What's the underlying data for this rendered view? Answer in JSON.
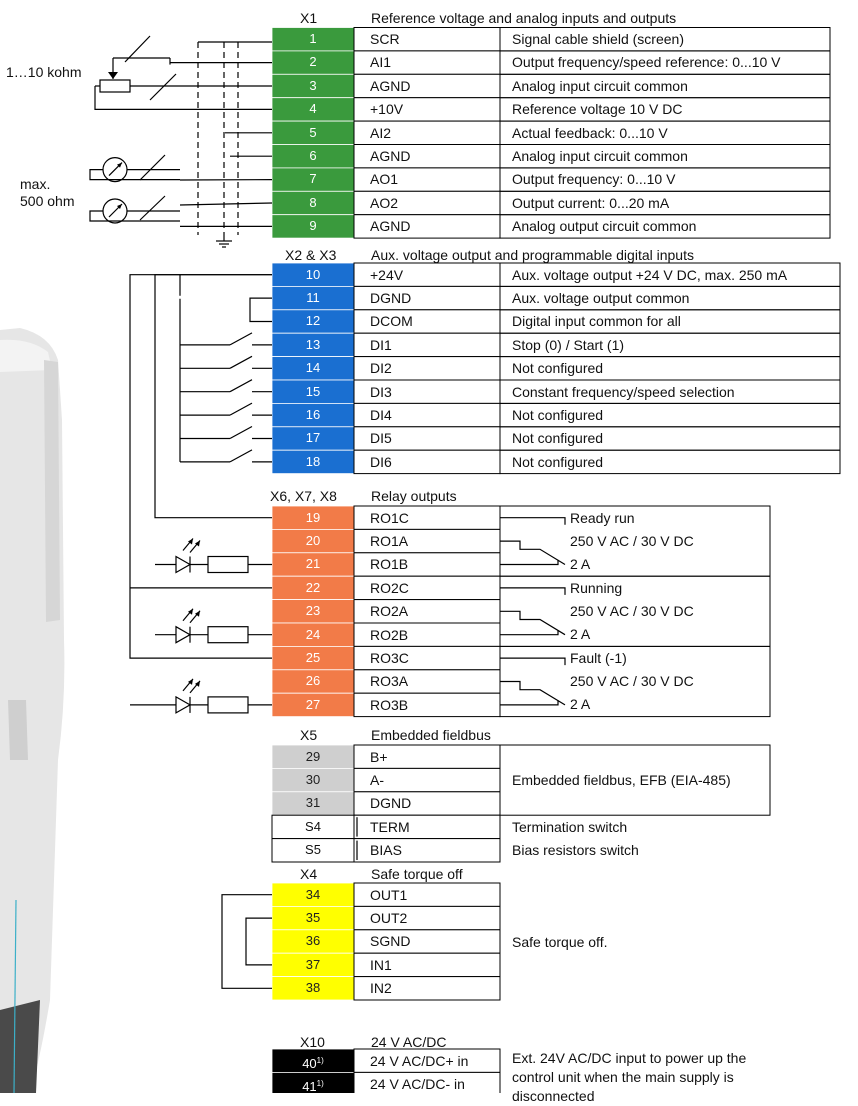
{
  "colors": {
    "green": "#3a9a3d",
    "blue": "#1a6fd1",
    "orange": "#f27b48",
    "gray": "#cfcfcf",
    "yellow": "#ffff00",
    "black": "#000000",
    "line": "#000000"
  },
  "left_labels": {
    "potentiometer": "1…10 kohm",
    "meter_max": "max.",
    "meter_ohm": "500 ohm"
  },
  "sections": [
    {
      "id": "x1",
      "connector": "X1",
      "title": "Reference voltage and analog inputs and outputs",
      "color": "green",
      "rows": [
        {
          "num": "1",
          "fn": "SCR",
          "desc": "Signal cable shield (screen)"
        },
        {
          "num": "2",
          "fn": "AI1",
          "desc": "Output frequency/speed reference: 0...10 V"
        },
        {
          "num": "3",
          "fn": "AGND",
          "desc": "Analog input circuit common"
        },
        {
          "num": "4",
          "fn": "+10V",
          "desc": "Reference voltage 10 V DC"
        },
        {
          "num": "5",
          "fn": "AI2",
          "desc": "Actual feedback: 0...10 V"
        },
        {
          "num": "6",
          "fn": "AGND",
          "desc": "Analog input circuit common"
        },
        {
          "num": "7",
          "fn": "AO1",
          "desc": "Output frequency: 0...10 V"
        },
        {
          "num": "8",
          "fn": "AO2",
          "desc": "Output current: 0...20 mA"
        },
        {
          "num": "9",
          "fn": "AGND",
          "desc": "Analog output circuit common"
        }
      ]
    },
    {
      "id": "x2",
      "connector": "X2 & X3",
      "title": "Aux. voltage output and programmable digital inputs",
      "color": "blue",
      "rows": [
        {
          "num": "10",
          "fn": "+24V",
          "desc": "Aux. voltage output +24 V DC, max. 250 mA"
        },
        {
          "num": "11",
          "fn": "DGND",
          "desc": "Aux. voltage output common"
        },
        {
          "num": "12",
          "fn": "DCOM",
          "desc": "Digital input common for all"
        },
        {
          "num": "13",
          "fn": "DI1",
          "desc": "Stop (0) / Start (1)"
        },
        {
          "num": "14",
          "fn": "DI2",
          "desc": "Not configured"
        },
        {
          "num": "15",
          "fn": "DI3",
          "desc": "Constant frequency/speed selection"
        },
        {
          "num": "16",
          "fn": "DI4",
          "desc": "Not configured"
        },
        {
          "num": "17",
          "fn": "DI5",
          "desc": "Not configured"
        },
        {
          "num": "18",
          "fn": "DI6",
          "desc": "Not configured"
        }
      ]
    },
    {
      "id": "x6",
      "connector": "X6, X7, X8",
      "title": "Relay outputs",
      "color": "orange",
      "rows": [
        {
          "num": "19",
          "fn": "RO1C"
        },
        {
          "num": "20",
          "fn": "RO1A"
        },
        {
          "num": "21",
          "fn": "RO1B"
        },
        {
          "num": "22",
          "fn": "RO2C"
        },
        {
          "num": "23",
          "fn": "RO2A"
        },
        {
          "num": "24",
          "fn": "RO2B"
        },
        {
          "num": "25",
          "fn": "RO3C"
        },
        {
          "num": "26",
          "fn": "RO3A"
        },
        {
          "num": "27",
          "fn": "RO3B"
        }
      ],
      "groups": [
        {
          "name": "Ready run",
          "rating": "250 V AC / 30 V DC",
          "current": "2 A"
        },
        {
          "name": "Running",
          "rating": "250 V AC / 30 V DC",
          "current": "2 A"
        },
        {
          "name": "Fault (-1)",
          "rating": "250 V AC / 30 V DC",
          "current": "2 A"
        }
      ]
    },
    {
      "id": "x5",
      "connector": "X5",
      "title": "Embedded fieldbus",
      "color": "gray",
      "rows": [
        {
          "num": "29",
          "fn": "B+"
        },
        {
          "num": "30",
          "fn": "A-"
        },
        {
          "num": "31",
          "fn": "DGND"
        }
      ],
      "group_desc": "Embedded fieldbus, EFB (EIA-485)",
      "switches": [
        {
          "num": "S4",
          "fn": "TERM",
          "desc": "Termination switch"
        },
        {
          "num": "S5",
          "fn": "BIAS",
          "desc": "Bias resistors switch"
        }
      ]
    },
    {
      "id": "x4",
      "connector": "X4",
      "title": "Safe torque off",
      "color": "yellow",
      "rows": [
        {
          "num": "34",
          "fn": "OUT1"
        },
        {
          "num": "35",
          "fn": "OUT2"
        },
        {
          "num": "36",
          "fn": "SGND"
        },
        {
          "num": "37",
          "fn": "IN1"
        },
        {
          "num": "38",
          "fn": "IN2"
        }
      ],
      "group_desc": "Safe torque off."
    },
    {
      "id": "x10",
      "connector": "X10",
      "title": "24 V AC/DC",
      "color": "black",
      "rows": [
        {
          "num": "40",
          "sup": "1)",
          "fn": "24 V AC/DC+ in"
        },
        {
          "num": "41",
          "sup": "1)",
          "fn": "24 V AC/DC- in"
        }
      ],
      "ext_lines": [
        "Ext. 24V AC/DC input to power up the",
        "control unit when the main supply is",
        "disconnected"
      ]
    }
  ]
}
